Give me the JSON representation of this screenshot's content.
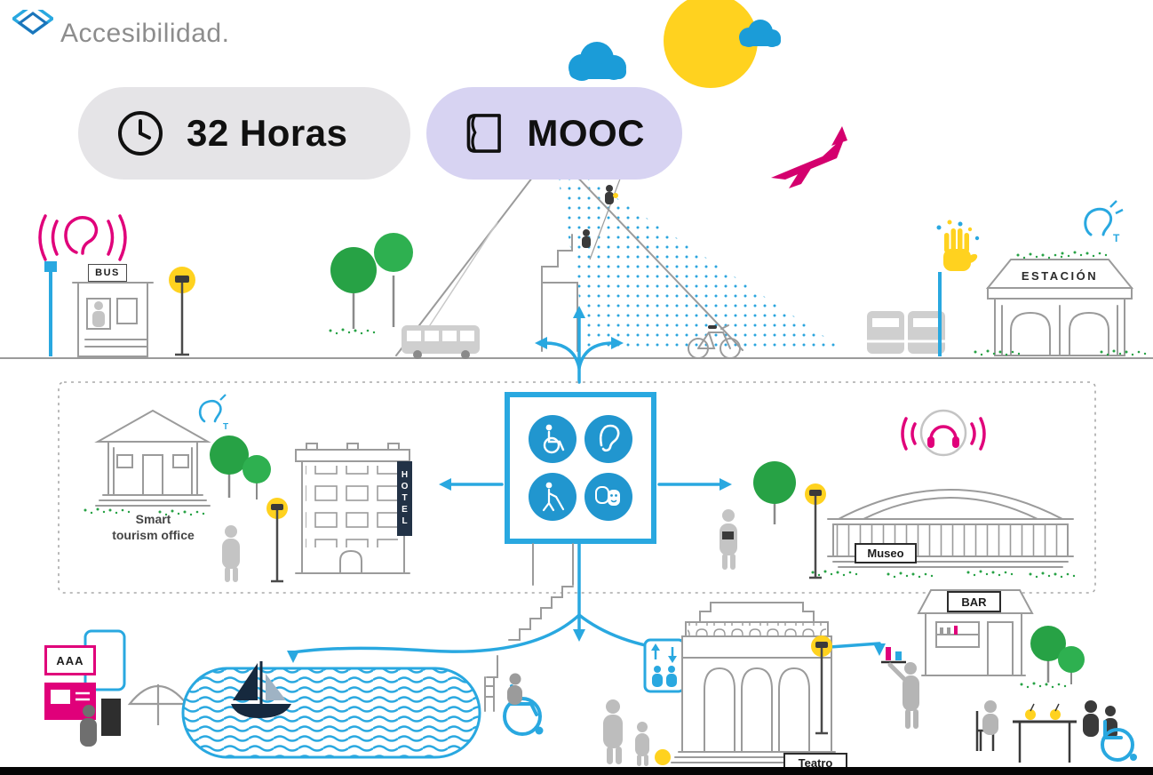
{
  "logo": {
    "text": "Accesibilidad."
  },
  "badges": {
    "duration": {
      "icon": "clock-icon",
      "label": "32 Horas"
    },
    "type": {
      "icon": "book-icon",
      "label": "MOOC"
    }
  },
  "scene": {
    "labels": {
      "bus_stop": "BUS",
      "station": "ESTACIÓN",
      "tourism_office_line1": "Smart",
      "tourism_office_line2": "tourism office",
      "hotel": "HOTEL",
      "museum": "Museo",
      "bar": "BAR",
      "theater": "Teatro",
      "accessibility_rating": "AAA",
      "induction_loop_t": "T"
    },
    "icons": [
      "clock-icon",
      "book-icon",
      "hearing-loop-icon",
      "induction-loop-t-icon",
      "sign-language-hand-icon",
      "wheelchair-icon",
      "hearing-ear-icon",
      "blind-cane-icon",
      "theater-masks-icon",
      "audio-guide-headphones-icon",
      "elevator-icon",
      "pool-lift-wheelchair-icon",
      "umbrella-icon",
      "sailboat-icon",
      "airplane-icon"
    ],
    "colors": {
      "blue": "#29a8e0",
      "dark_blue": "#1b9cd8",
      "pink": "#e0007a",
      "yellow": "#ffd21f",
      "green": "#27a245",
      "gray": "#9b9b9b",
      "badge_gray": "#e5e4e7",
      "badge_lavender": "#d7d3f2"
    }
  }
}
